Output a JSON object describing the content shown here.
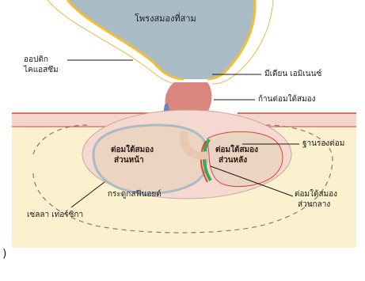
{
  "labels": {
    "ventricle": "โพรงสมองที่สาม",
    "optic_chiasm": [
      "ออปติก",
      "ไคแอสซึม"
    ],
    "median_eminence": "มีเดียน เอมิเนนซ์",
    "infundibular_stalk": "ก้านต่อมใต้สมอง",
    "sella_floor_label": "ฐานรองต่อม",
    "anterior_lobe": [
      "ต่อมใต้สมอง",
      "ส่วนหน้า"
    ],
    "posterior_lobe": [
      "ต่อมใต้สมอง",
      "ส่วนหลัง"
    ],
    "intermediate_lobe": [
      "ต่อมใต้สมอง",
      "ส่วนกลาง"
    ],
    "sphenoid_bone": "กระดูกสฟีนอยด์",
    "sella_turcica": "เซลลา เทอร์ซิกา",
    "left_edge_mark": ")"
  },
  "colors": {
    "ventricle": "#a9bcc6",
    "bone": "#fbf1cf",
    "dura": "#f1c8c4",
    "gland_anterior": "#ecd4c2",
    "gland_posterior": "#e9c7b0",
    "stalk": "#d9867f",
    "outline_yellow": "#f2c032",
    "red_line": "#d6463a",
    "green_band": "#3aa84f",
    "blue_patch": "#6f7fc4"
  }
}
